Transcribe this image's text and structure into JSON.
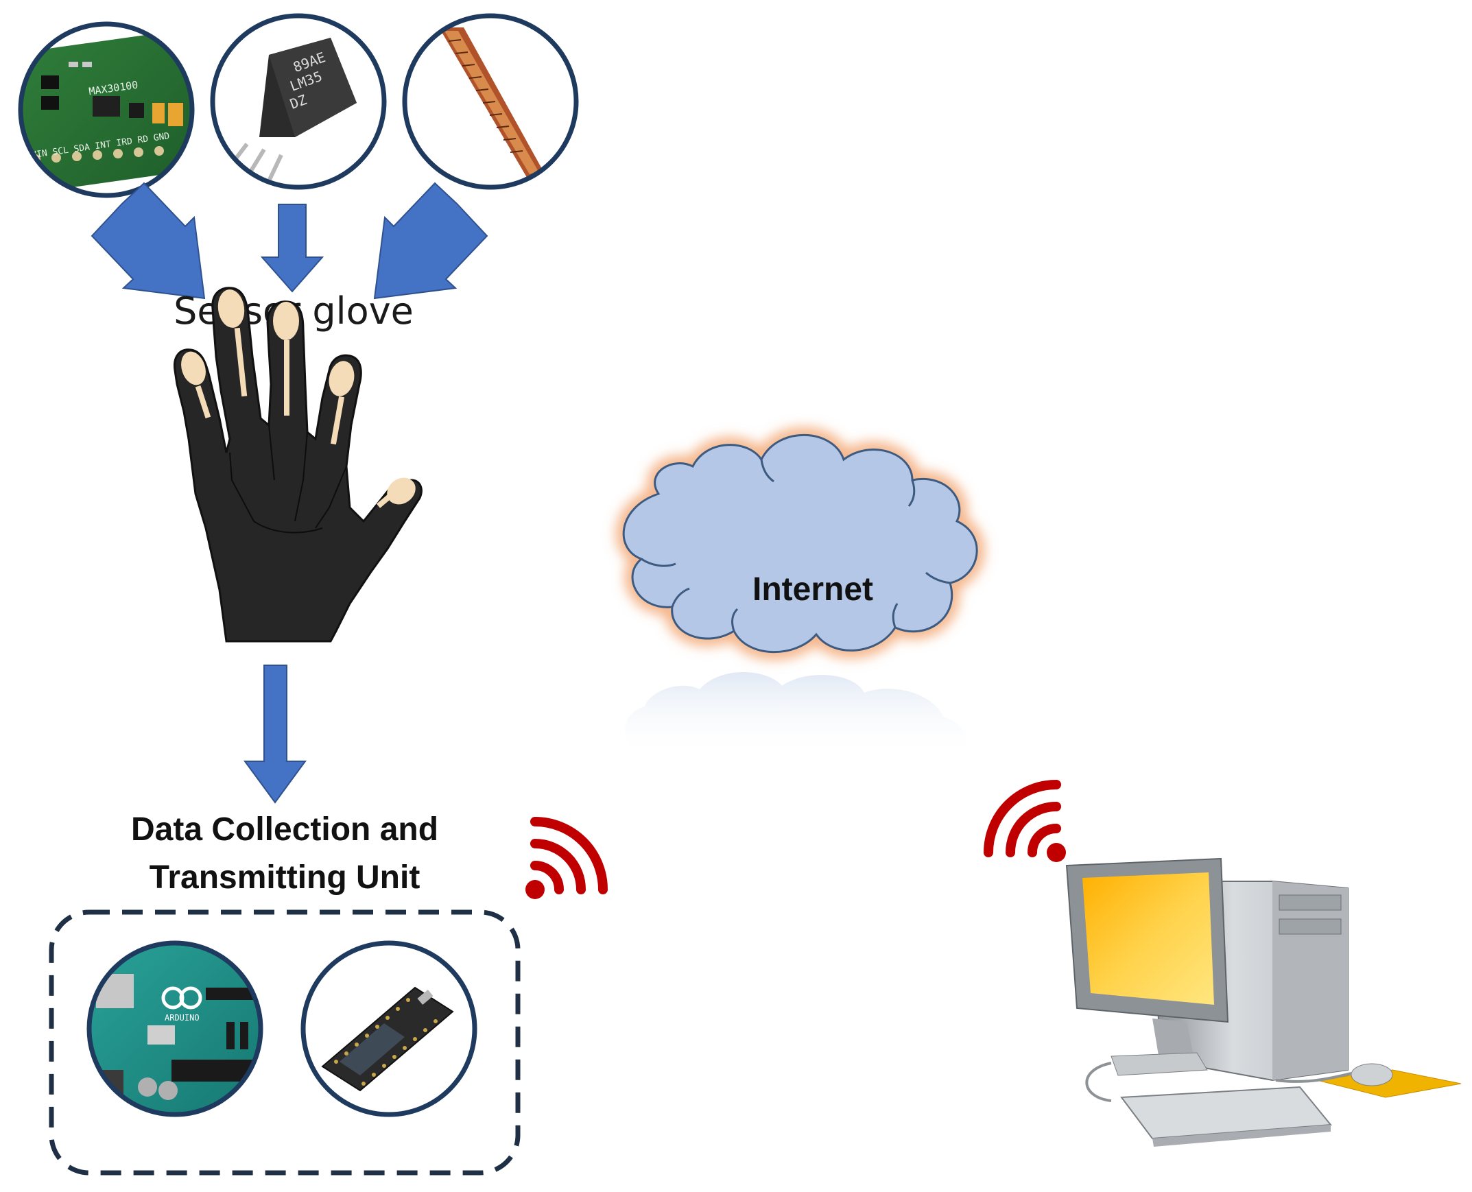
{
  "labels": {
    "sensor_glove": "Sensor glove",
    "unit_line1": "Data Collection and",
    "unit_line2": "Transmitting Unit",
    "internet": "Internet"
  },
  "sensors": {
    "pulse_oximeter_markings": {
      "model": "MAX30100",
      "pins": "VIN SCL SDA INT IRD RD GND"
    },
    "temperature_sensor_markings": {
      "line1": "89AE",
      "line2": "LM35",
      "line3": "DZ"
    }
  },
  "boards": {
    "arduino_markings": "ARDUINO"
  },
  "colors": {
    "arrow_blue": "#4472c4",
    "circle_navy": "#1f3a5f",
    "wifi_red": "#c00000",
    "cloud_fill": "#b4c7e7",
    "cloud_glow": "#f4b183",
    "glove_black": "#262626",
    "fingertip_beige": "#f5dcb8"
  }
}
